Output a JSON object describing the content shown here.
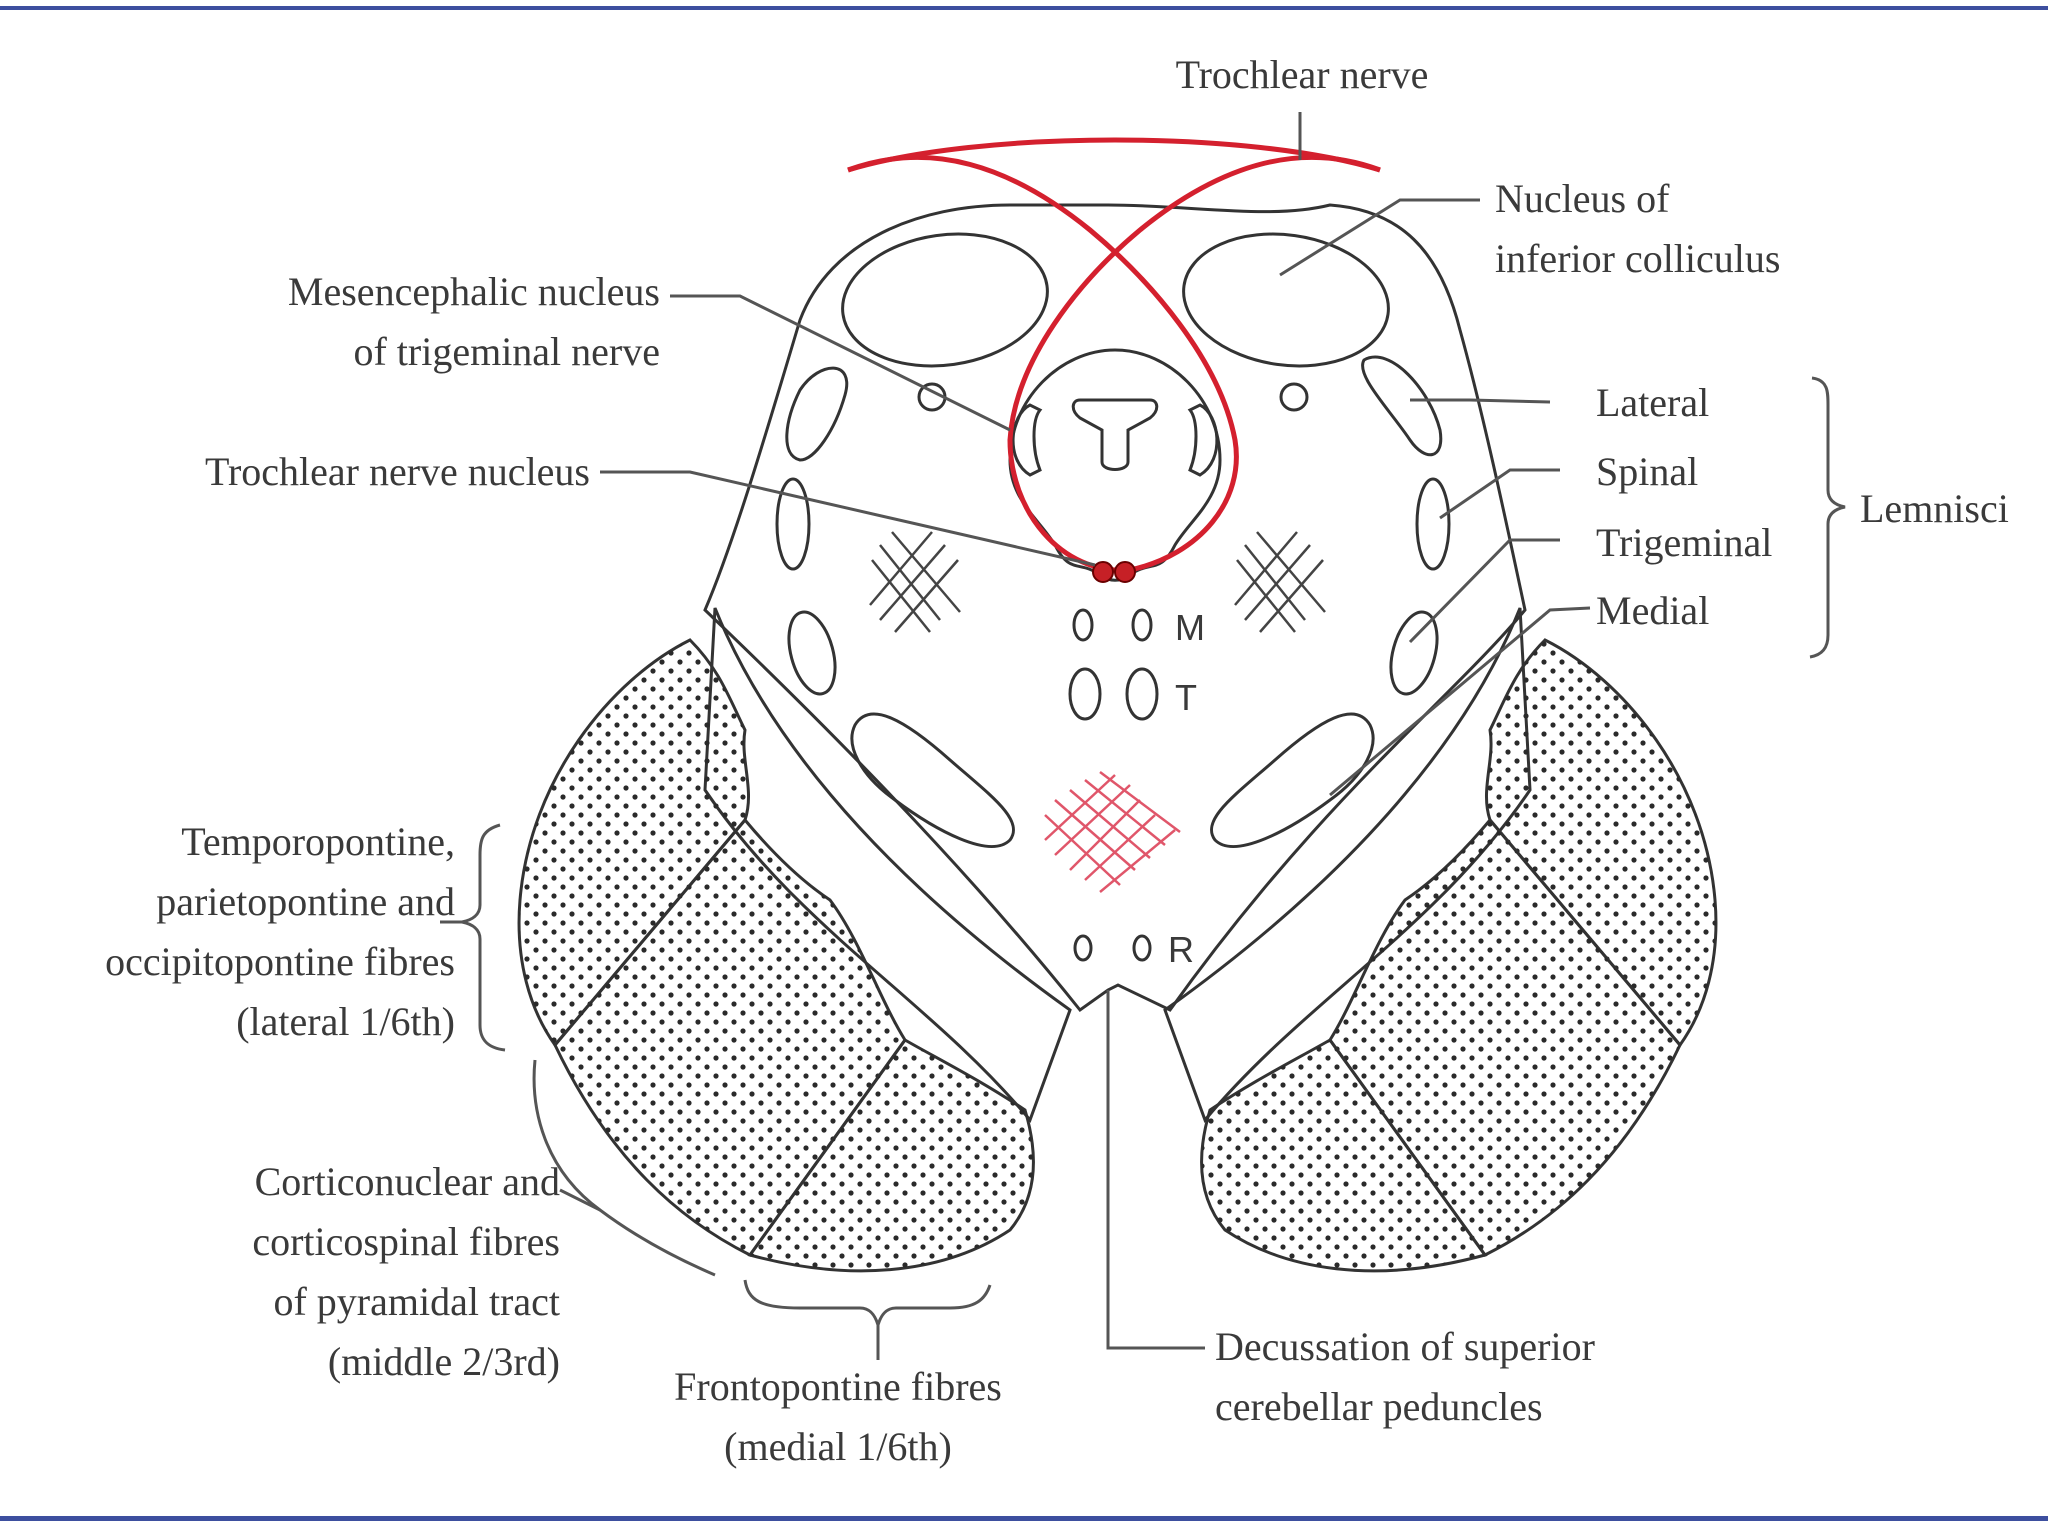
{
  "colors": {
    "frame": "#3d4f9f",
    "red_nerve": "#d4202e",
    "colliculus": "#f4a5b1",
    "aqueduct_gray": "#d8a85a",
    "lemniscus_green": "#c9e3a8",
    "peduncle_orange": "#f7b26a",
    "peduncle_pink": "#f6c0c4",
    "substantia_gray": "#9a9a9a"
  },
  "labels": {
    "trochlear_nerve": "Trochlear nerve",
    "nucleus_inferior_colliculus_1": "Nucleus of",
    "nucleus_inferior_colliculus_2": "inferior colliculus",
    "mesencephalic_1": "Mesencephalic nucleus",
    "mesencephalic_2": "of trigeminal nerve",
    "trochlear_nucleus": "Trochlear nerve nucleus",
    "lateral": "Lateral",
    "spinal": "Spinal",
    "trigeminal": "Trigeminal",
    "medial": "Medial",
    "lemnisci": "Lemnisci",
    "marker_m": "M",
    "marker_t": "T",
    "marker_r": "R",
    "temporo_1": "Temporopontine,",
    "temporo_2": "parietopontine and",
    "temporo_3": "occipitopontine fibres",
    "temporo_4": "(lateral 1/6th)",
    "cortico_1": "Corticonuclear and",
    "cortico_2": "corticospinal fibres",
    "cortico_3": "of pyramidal tract",
    "cortico_4": "(middle 2/3rd)",
    "fronto_1": "Frontopontine fibres",
    "fronto_2": "(medial 1/6th)",
    "decussation_1": "Decussation of superior",
    "decussation_2": "cerebellar peduncles"
  }
}
